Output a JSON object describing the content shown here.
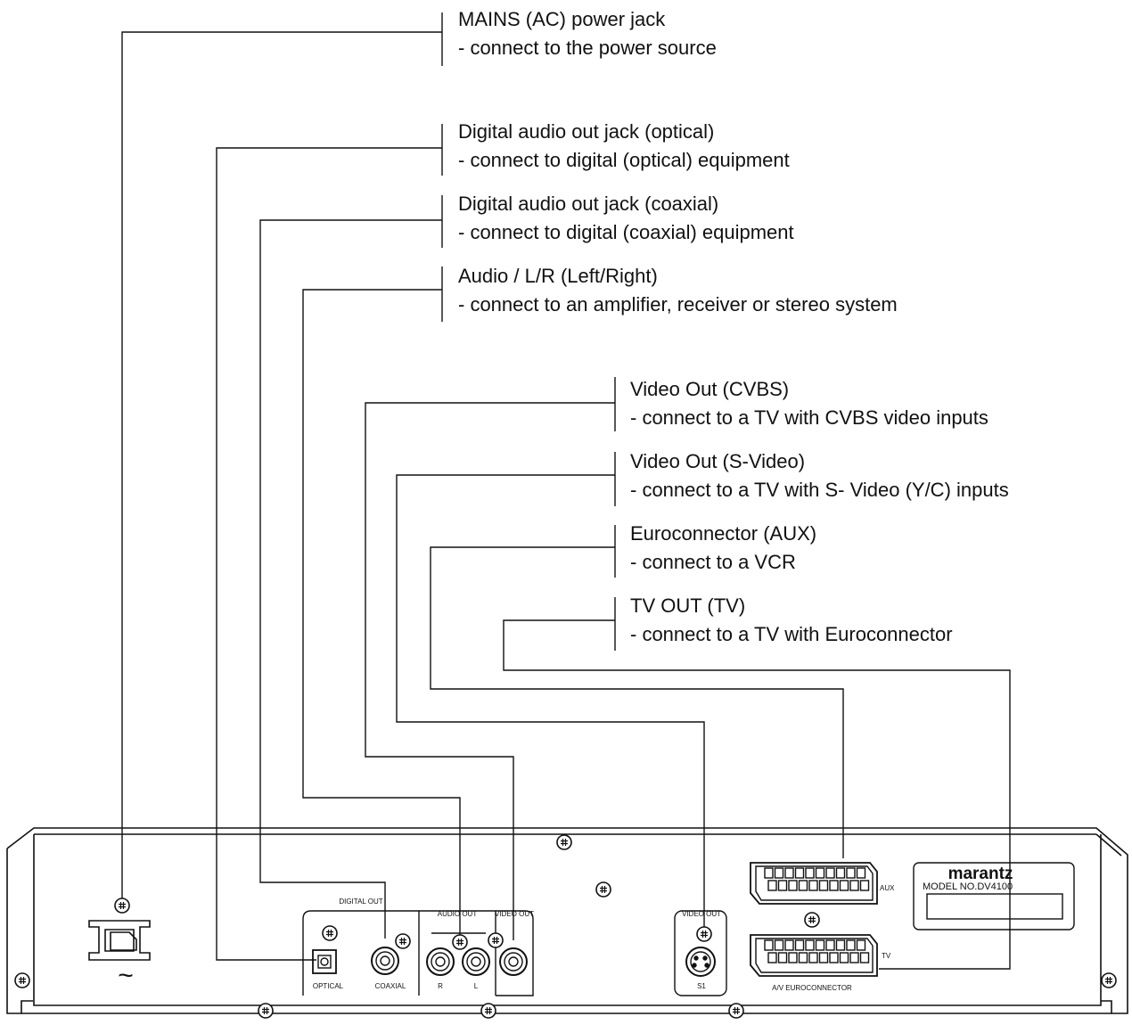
{
  "callouts": [
    {
      "title": "MAINS (AC) power jack",
      "desc": "- connect to the power source"
    },
    {
      "title": "Digital audio out jack (optical)",
      "desc": "- connect to digital (optical) equipment"
    },
    {
      "title": "Digital audio out jack (coaxial)",
      "desc": "- connect to digital (coaxial) equipment"
    },
    {
      "title": "Audio / L/R (Left/Right)",
      "desc": "- connect to an amplifier, receiver or stereo system"
    },
    {
      "title": "Video Out (CVBS)",
      "desc": "- connect to a TV with CVBS video inputs"
    },
    {
      "title": "Video Out (S-Video)",
      "desc": "- connect to a TV with S- Video (Y/C) inputs"
    },
    {
      "title": "Euroconnector (AUX)",
      "desc": "- connect to a VCR"
    },
    {
      "title": "TV OUT (TV)",
      "desc": "- connect to a TV with Euroconnector"
    }
  ],
  "panel": {
    "digital_out": "DIGITAL OUT",
    "optical": "OPTICAL",
    "coaxial": "COAXIAL",
    "audio_out": "AUDIO OUT",
    "video_out": "VIDEO OUT",
    "video_out_s": "VIDEO OUT",
    "r": "R",
    "l": "L",
    "s1": "S1",
    "aux": "AUX",
    "tv": "TV",
    "av_euro": "A/V EUROCONNECTOR",
    "brand": "marantz",
    "model": "MODEL NO.DV4100",
    "ac_symbol": "~"
  }
}
